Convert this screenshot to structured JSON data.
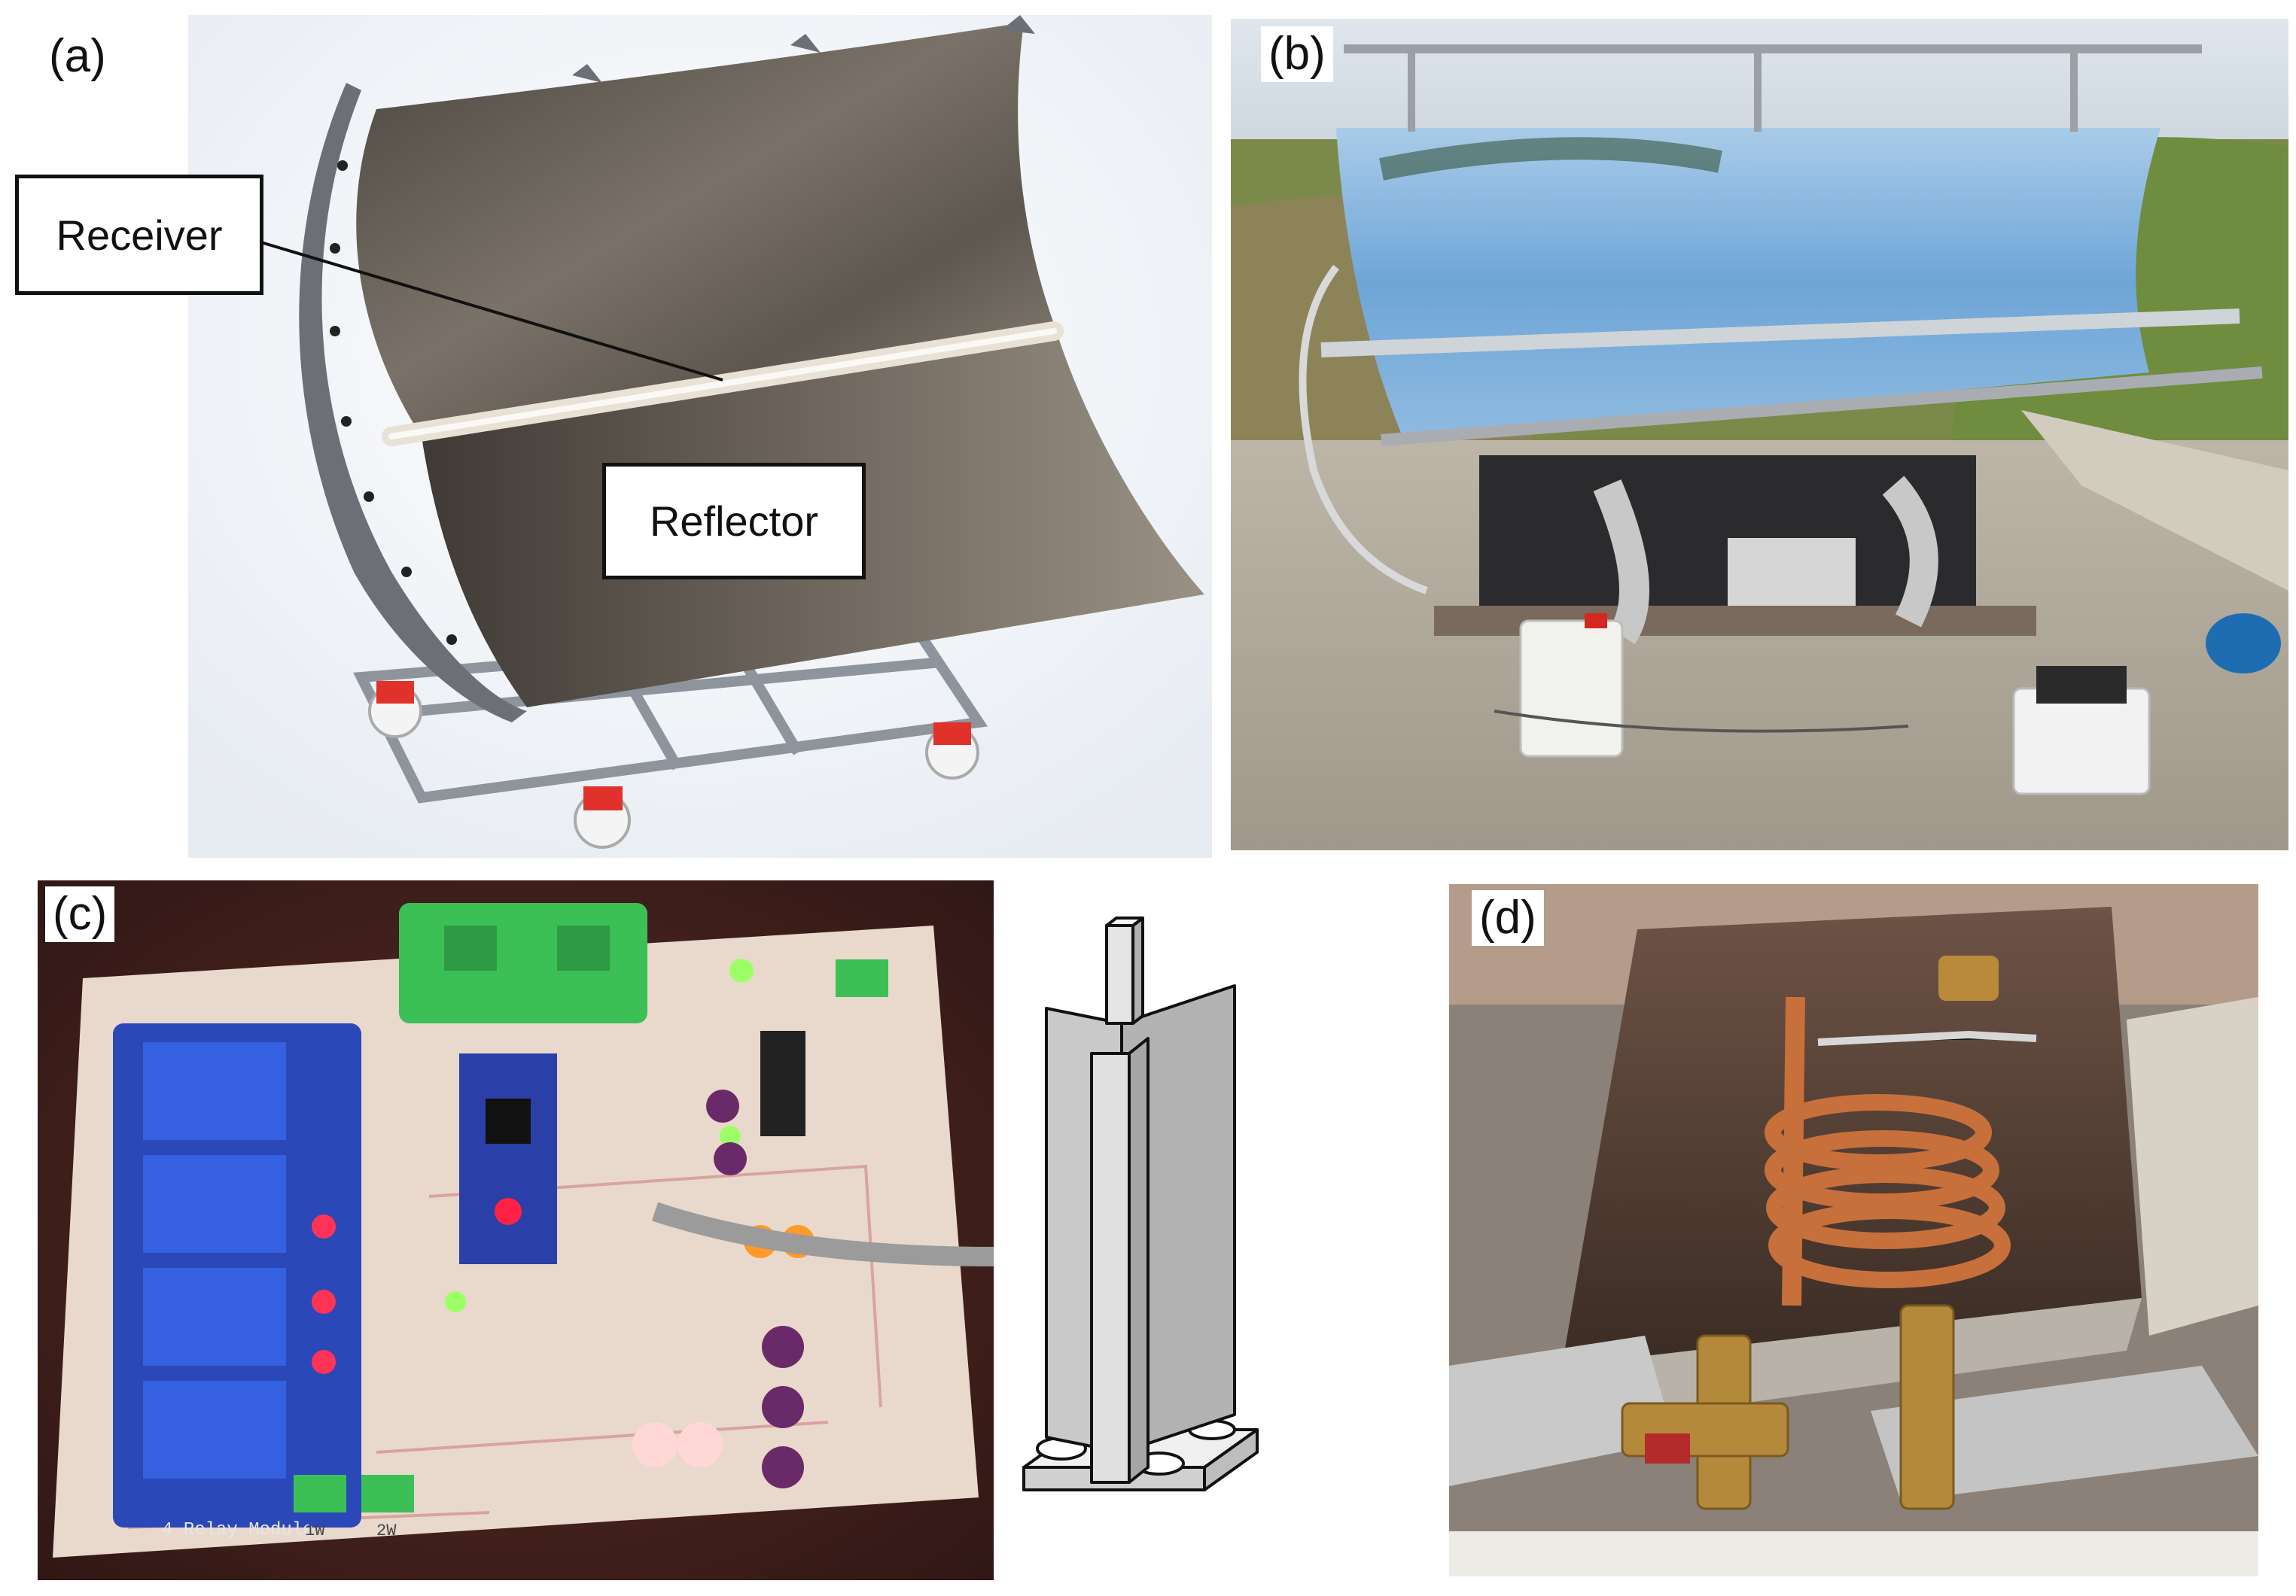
{
  "panels": {
    "a": {
      "label": "(a)",
      "callouts": {
        "receiver": "Receiver",
        "reflector": "Reflector"
      }
    },
    "b": {
      "label": "(b)"
    },
    "c": {
      "label": "(c)",
      "board_text": {
        "relay_module": "4 Relay Module",
        "terminal_1": "1W",
        "terminal_2": "2W"
      }
    },
    "d": {
      "label": "(d)"
    }
  },
  "colors": {
    "reflector_dark": "#5a544c",
    "frame_steel": "#6c7076",
    "mirror_blue": "#7fb2df",
    "pcb_board": "#e9d9cc",
    "relay_blue": "#2a48b8",
    "connector_green": "#3cbf55",
    "copper": "#c7703b",
    "foil": "#c9c9c9"
  }
}
